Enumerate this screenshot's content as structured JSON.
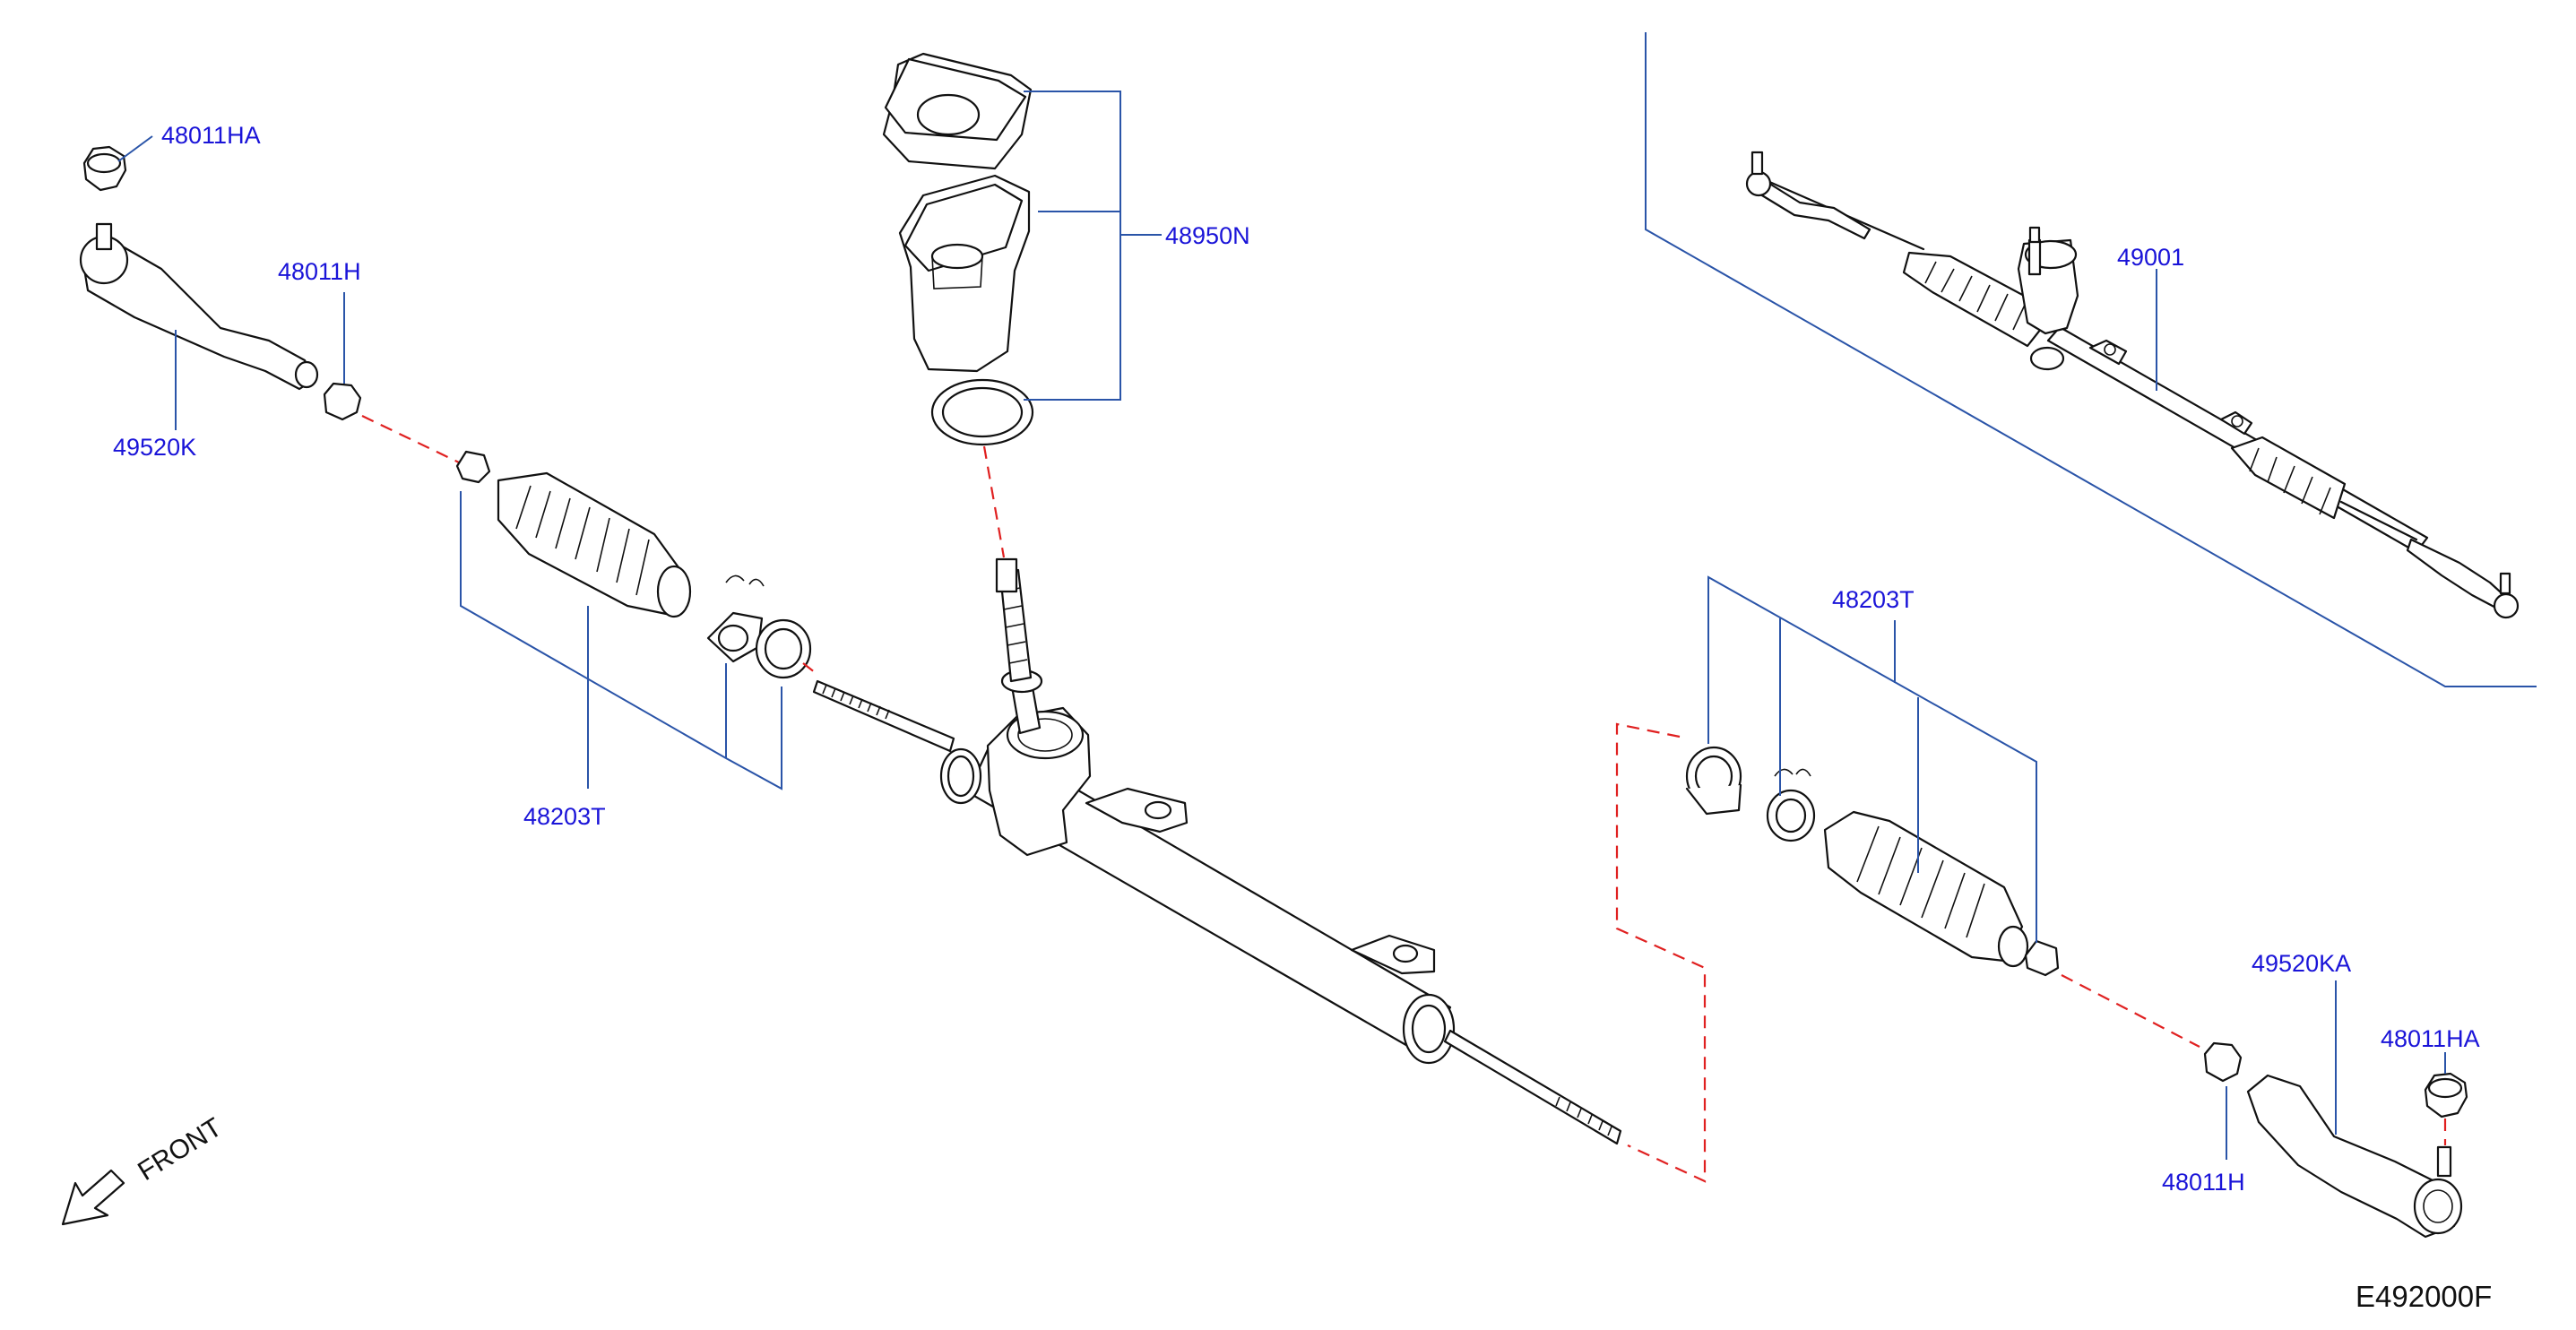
{
  "figure_code": "E492000F",
  "direction_label": "FRONT",
  "labels": {
    "nut_left_top": "48011HA",
    "nut_left": "48011H",
    "tie_rod_end_left": "49520K",
    "boot_kit_left": "48203T",
    "pinion_cover": "48950N",
    "gear_assy": "49001",
    "boot_kit_right": "48203T",
    "tie_rod_end_right": "49520KA",
    "nut_right_top": "48011HA",
    "nut_right": "48011H"
  },
  "colors": {
    "label": "#1a14d8",
    "leader": "#2a54a8",
    "dash": "#e02020",
    "line": "#111111"
  }
}
